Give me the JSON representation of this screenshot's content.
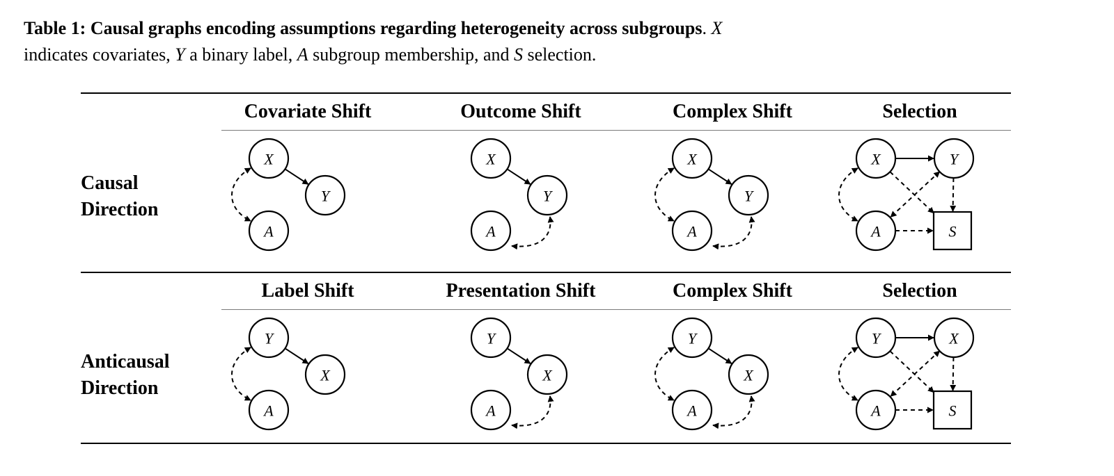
{
  "caption": {
    "label": "Table 1:",
    "title": "Causal graphs encoding assumptions regarding heterogeneity across subgroups",
    "after_title": ".",
    "seg1": "indicates covariates,",
    "seg2": "a binary label,",
    "seg3": "subgroup membership, and",
    "seg4": "selection.",
    "var_x": "X",
    "var_y": "Y",
    "var_a": "A",
    "var_s": "S"
  },
  "rows": [
    {
      "label_line1": "Causal",
      "label_line2": "Direction",
      "columns": [
        "Covariate Shift",
        "Outcome Shift",
        "Complex Shift",
        "Selection"
      ],
      "top_node": "X",
      "mid_node": "Y"
    },
    {
      "label_line1": "Anticausal",
      "label_line2": "Direction",
      "columns": [
        "Label Shift",
        "Presentation Shift",
        "Complex Shift",
        "Selection"
      ],
      "top_node": "Y",
      "mid_node": "X"
    }
  ],
  "node_labels": {
    "a": "A",
    "s": "S"
  },
  "graph_types": [
    "covariate",
    "outcome",
    "complex",
    "selection"
  ]
}
